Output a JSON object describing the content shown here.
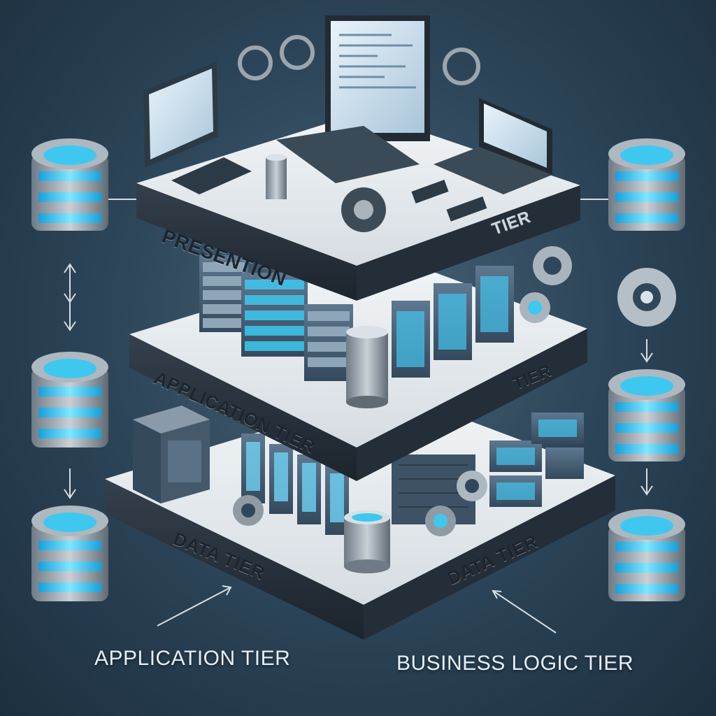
{
  "tiers": {
    "presentation_label": "PRESENTION",
    "presentation_right_label": "TIER",
    "application_label": "APPLICATION TIER",
    "application_right_label": "TIER",
    "data_label_left": "DATA TIER",
    "data_label_right": "DATA TIER"
  },
  "captions": {
    "left": "APPLICATION TIER",
    "right": "BUSINESS LOGIC TIER"
  },
  "colors": {
    "background": "#2e475b",
    "platform_top": "#e8ecef",
    "platform_side": "#2a3440",
    "accent": "#3ec8f0",
    "server_body": "#4d6478",
    "metal": "#9aa5ae"
  },
  "icons": [
    "database-icon",
    "gear-icon",
    "monitor-icon",
    "laptop-icon",
    "server-rack-icon",
    "arrow-icon"
  ]
}
